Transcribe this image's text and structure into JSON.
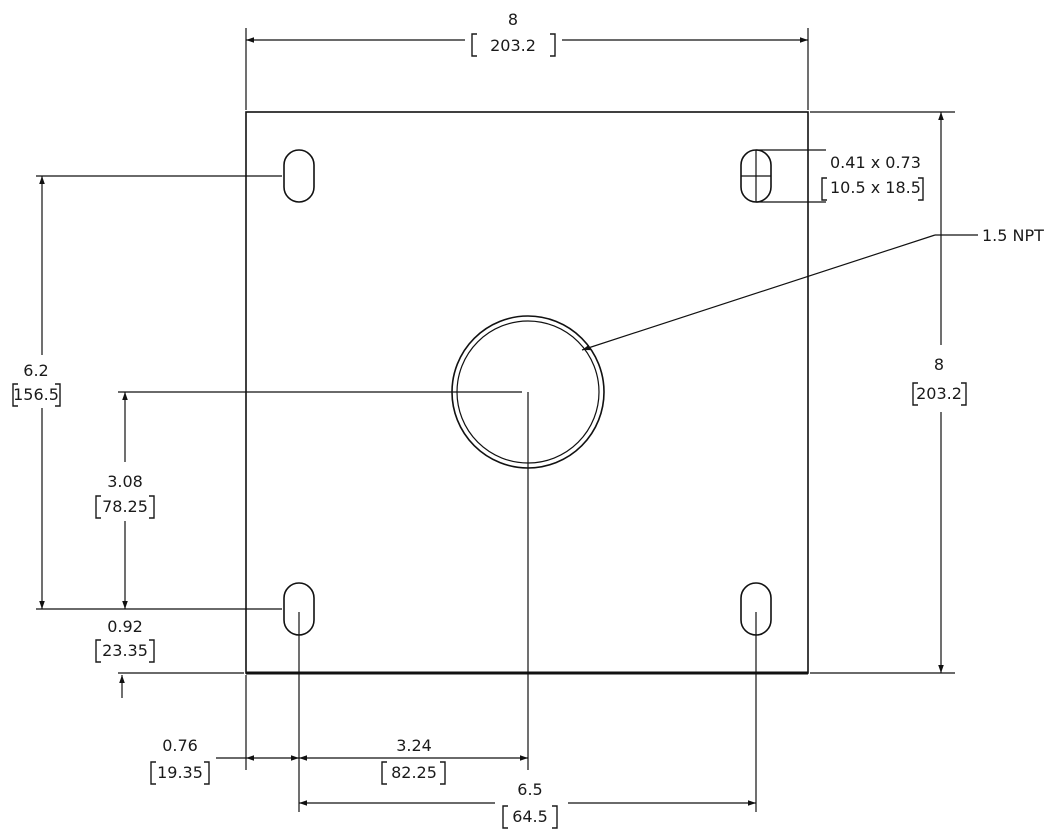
{
  "dimensions": {
    "top_width": {
      "inch": "8",
      "mm": "203.2"
    },
    "right_height": {
      "inch": "8",
      "mm": "203.2"
    },
    "left_hole_spacing": {
      "inch": "6.2",
      "mm": "156.5"
    },
    "center_height": {
      "inch": "3.08",
      "mm": "78.25"
    },
    "bottom_hole_offset": {
      "inch": "0.92",
      "mm": "23.35"
    },
    "left_hole_offset": {
      "inch": "0.76",
      "mm": "19.35"
    },
    "center_offset": {
      "inch": "3.24",
      "mm": "82.25"
    },
    "bottom_hole_spacing": {
      "inch": "6.5",
      "mm": "64.5"
    },
    "slot_size": {
      "inch": "0.41 x 0.73",
      "mm": "10.5 x 18.5"
    }
  },
  "callouts": {
    "center_hole": "1.5 NPT"
  },
  "colors": {
    "line": "#111111",
    "background": "#ffffff"
  }
}
